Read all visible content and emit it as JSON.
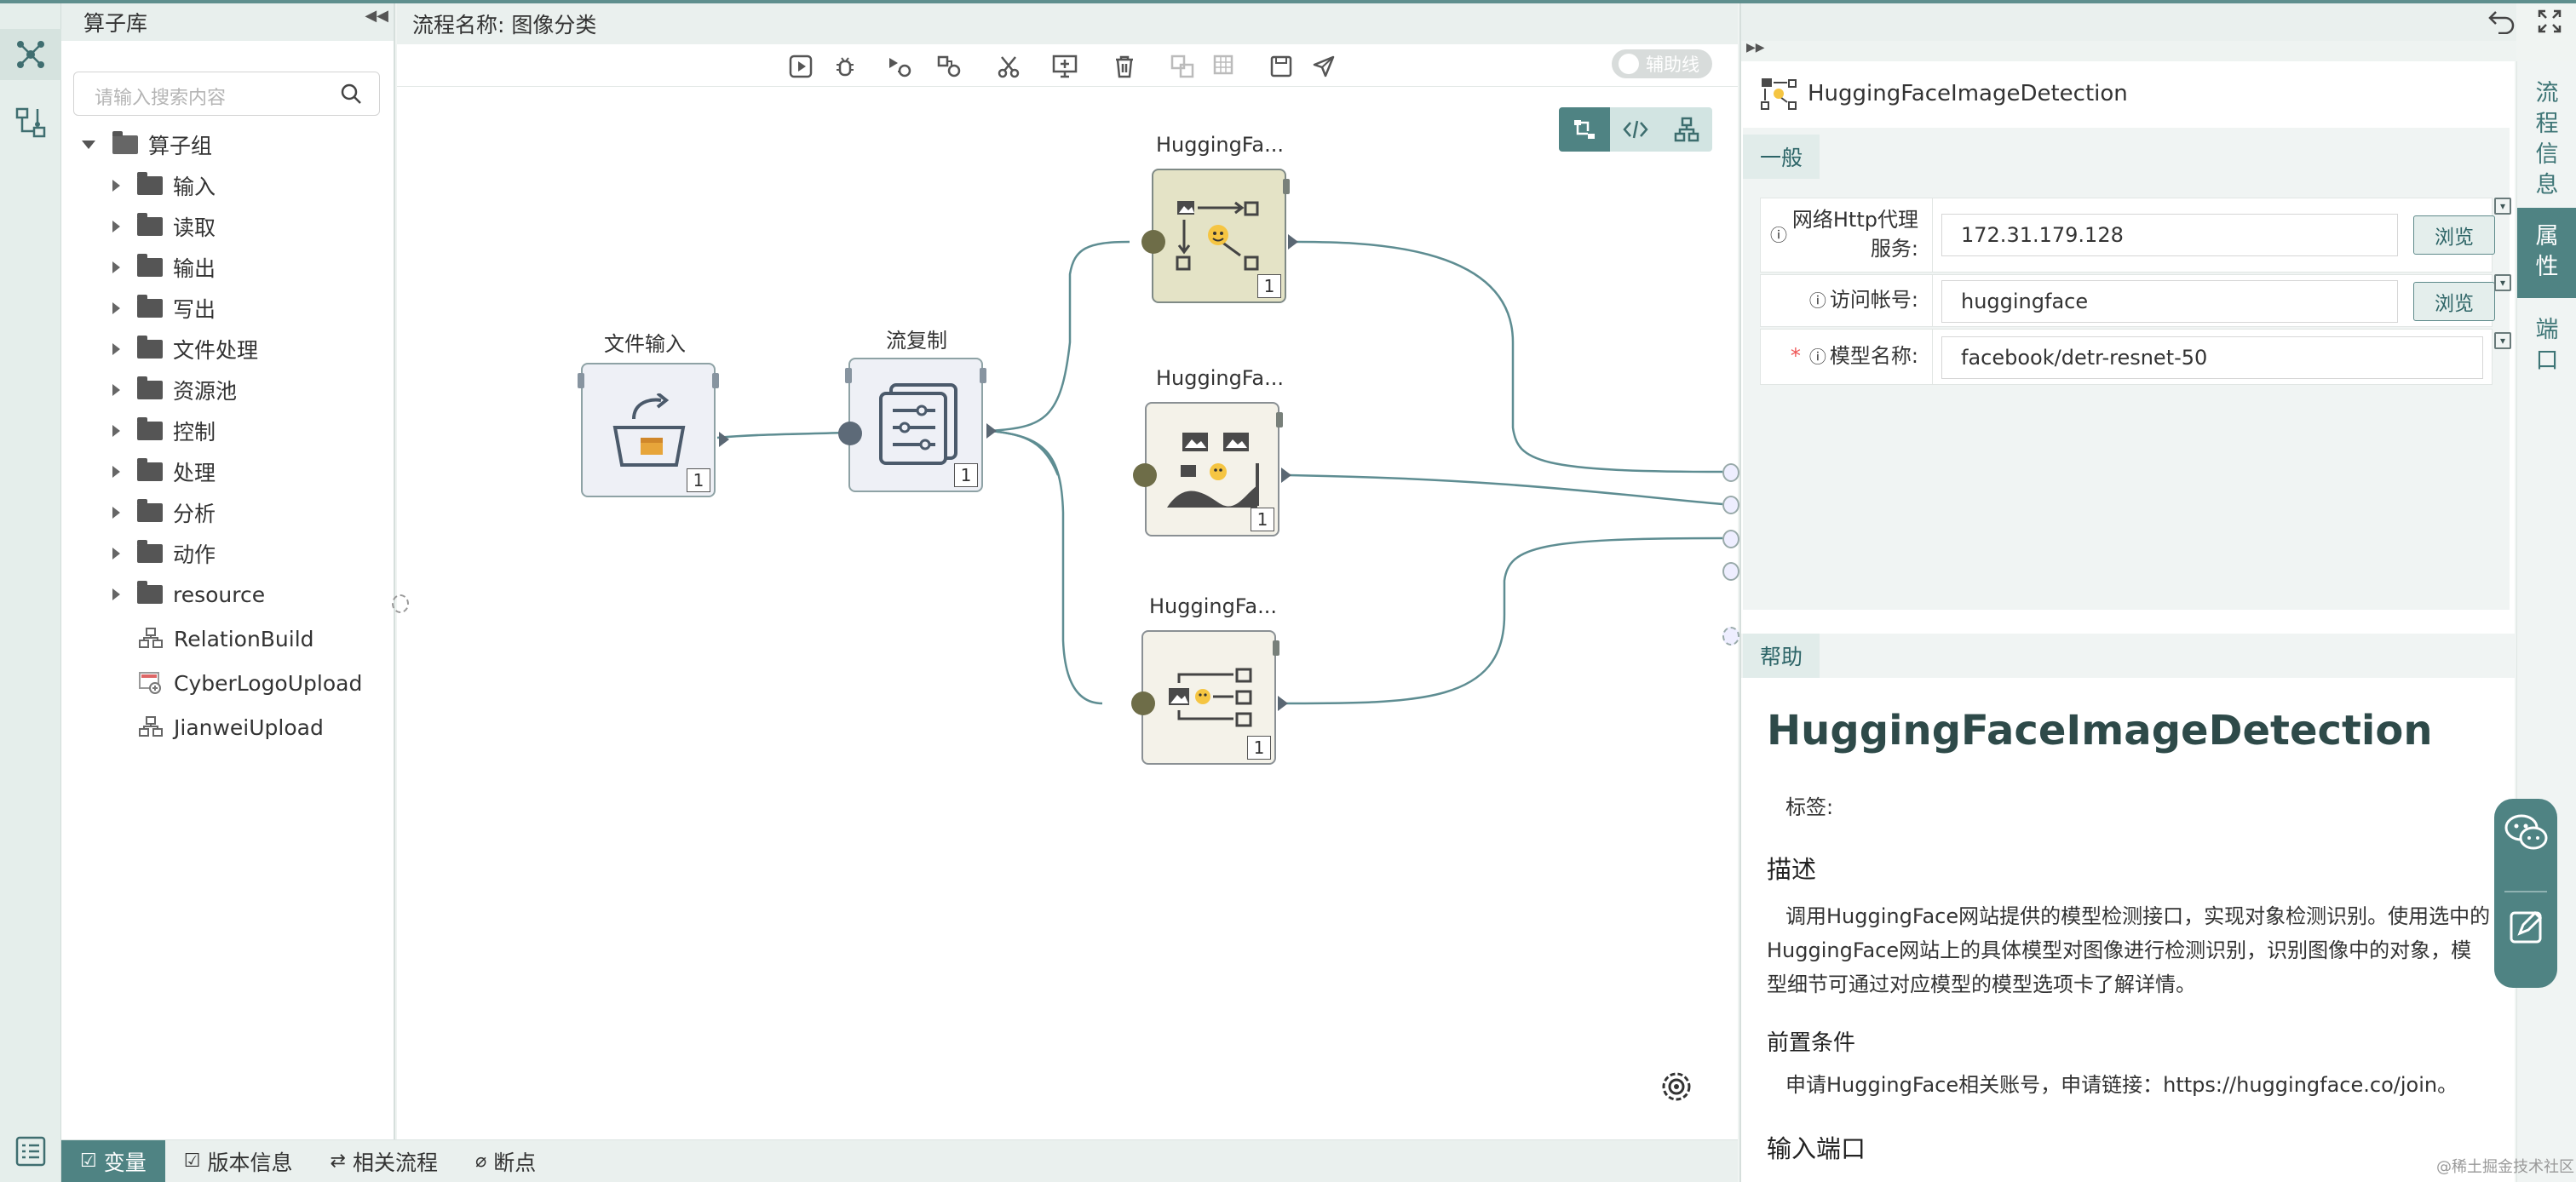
{
  "window": {
    "back_icon": "undo-icon",
    "fullscreen_icon": "fullscreen-icon"
  },
  "library": {
    "title": "算子库",
    "search_placeholder": "请输入搜索内容",
    "root": "算子组",
    "folders": [
      "输入",
      "读取",
      "输出",
      "写出",
      "文件处理",
      "资源池",
      "控制",
      "处理",
      "分析",
      "动作",
      "resource"
    ],
    "items": [
      "RelationBuild",
      "CyberLogoUpload",
      "JianweiUpload"
    ]
  },
  "canvas": {
    "flow_label": "流程名称: 图像分类",
    "assist_line": "辅助线",
    "nodes": [
      {
        "label": "文件输入",
        "count": "1"
      },
      {
        "label": "流复制",
        "count": "1"
      },
      {
        "label": "HuggingFa...",
        "count": "1"
      },
      {
        "label": "HuggingFa...",
        "count": "1"
      },
      {
        "label": "HuggingFa...",
        "count": "1"
      }
    ]
  },
  "properties": {
    "title": "HuggingFaceImageDetection",
    "general_tab": "一般",
    "rows": [
      {
        "label": "网络Http代理服务:",
        "value": "172.31.179.128",
        "button": "浏览",
        "required": false
      },
      {
        "label": "访问帐号:",
        "value": "huggingface",
        "button": "浏览",
        "required": false
      },
      {
        "label": "模型名称:",
        "value": "facebook/detr-resnet-50",
        "button": "",
        "required": true
      }
    ],
    "required_mark": "*"
  },
  "help": {
    "tab": "帮助",
    "title": "HuggingFaceImageDetection",
    "tags_label": "标签:",
    "desc_heading": "描述",
    "desc_text": "调用HuggingFace网站提供的模型检测接口，实现对象检测识别。使用选中的HuggingFace网站上的具体模型对图像进行检测识别，识别图像中的对象，模型细节可通过对应模型的模型选项卡了解详情。",
    "pre_heading": "前置条件",
    "pre_text": "申请HuggingFace相关账号，申请链接：https://huggingface.co/join。",
    "input_heading": "输入端口"
  },
  "right_tabs": [
    "流程信息",
    "属性",
    "端口"
  ],
  "bottom_tabs": [
    "变量",
    "版本信息",
    "相关流程",
    "断点"
  ],
  "watermark": "@稀土掘金技术社区",
  "colors": {
    "accent": "#4f8383",
    "header_bg": "#eaf0ee"
  }
}
